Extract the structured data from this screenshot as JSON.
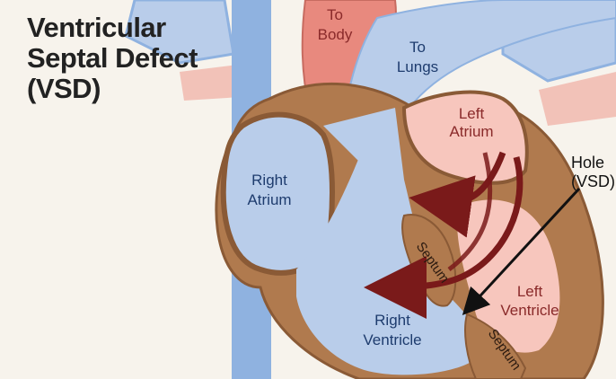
{
  "title": {
    "line1": "Ventricular",
    "line2": "Septal Defect",
    "line3": "(VSD)"
  },
  "labels": {
    "to_body_1": "To",
    "to_body_2": "Body",
    "to_lungs_1": "To",
    "to_lungs_2": "Lungs",
    "left_atrium_1": "Left",
    "left_atrium_2": "Atrium",
    "right_atrium_1": "Right",
    "right_atrium_2": "Atrium",
    "right_ventricle_1": "Right",
    "right_ventricle_2": "Ventricle",
    "left_ventricle_1": "Left",
    "left_ventricle_2": "Ventricle",
    "septum_upper": "Septum",
    "septum_lower": "Septum",
    "hole_1": "Hole",
    "hole_2": "(VSD)"
  },
  "colors": {
    "background": "#f7f3ec",
    "deoxygenated_blood": "#b9cdea",
    "vessel_blue": "#8fb2e0",
    "oxygenated_blood": "#f4a9a0",
    "aorta_red": "#e8897e",
    "heart_muscle": "#b07a4e",
    "muscle_outline": "#8a5a36",
    "flow_arrow": "#7a1a1a"
  }
}
